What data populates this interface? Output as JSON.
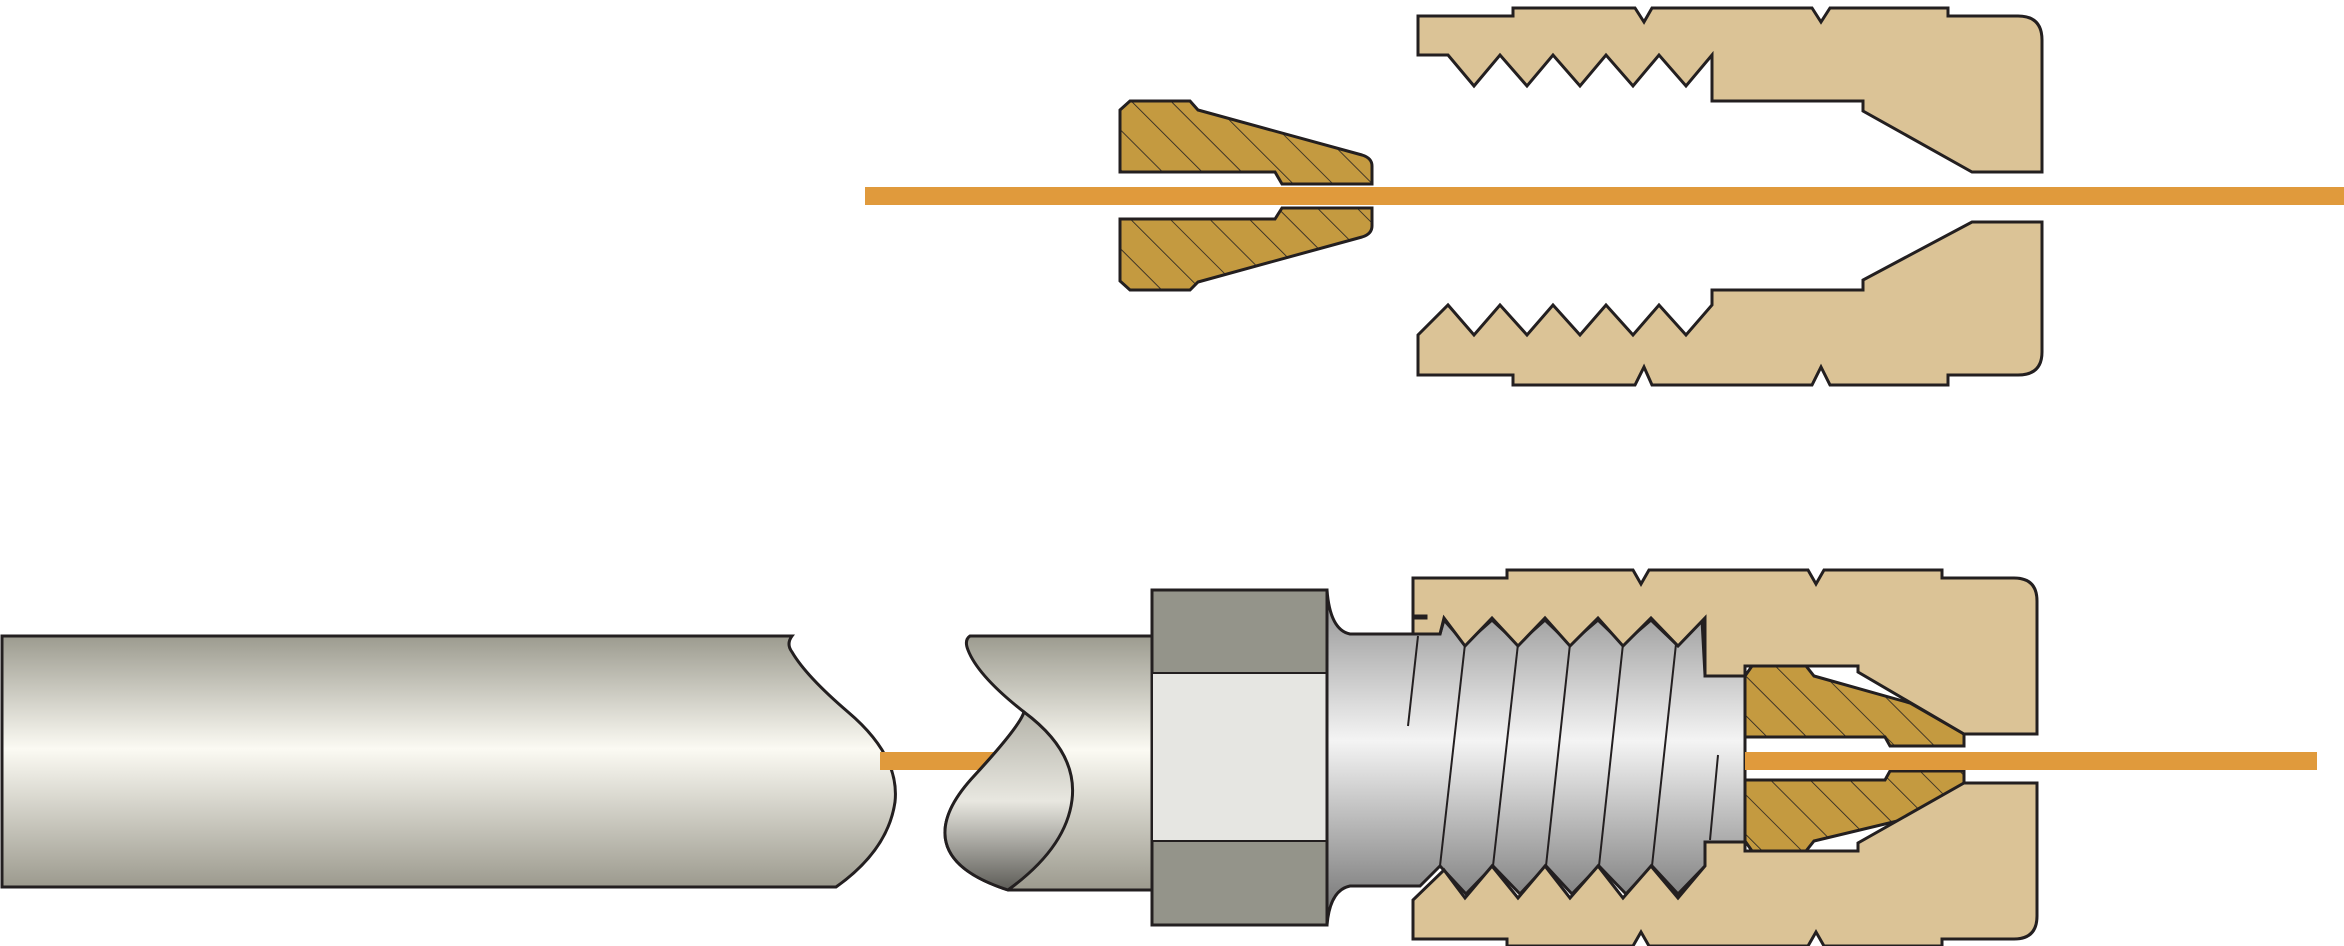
{
  "diagram": {
    "colors": {
      "background": "#ffffff",
      "outline": "#231f20",
      "fiber": "#e09a3c",
      "nut_body": "#dbc396",
      "ferrule": "#c49a40",
      "hex_dark": "#94948a",
      "hex_light": "#e6e6e2"
    },
    "exploded_view": {
      "parts": [
        "fiber-line",
        "ferrule",
        "compression-nut"
      ]
    },
    "assembled_view": {
      "parts": [
        "tubing-segment",
        "fitting-body",
        "hex-flats",
        "threaded-stem",
        "ferrule",
        "compression-nut",
        "fiber-line"
      ]
    }
  }
}
